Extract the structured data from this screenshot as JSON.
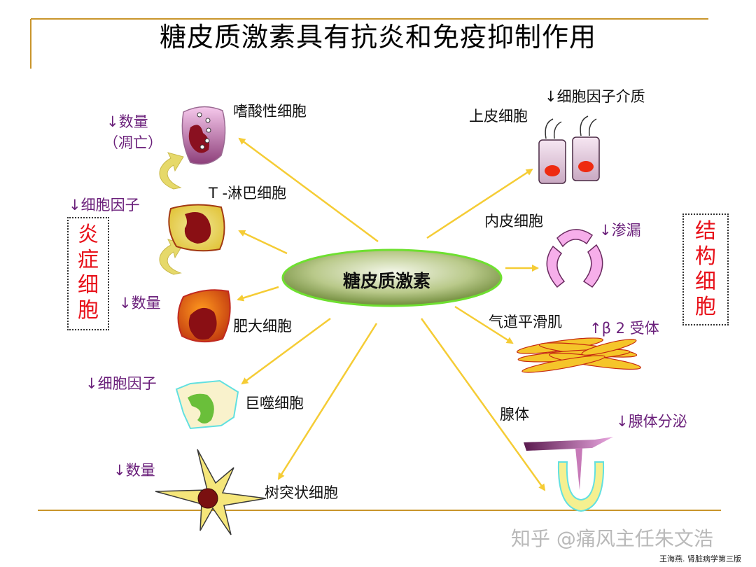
{
  "title": "糖皮质激素具有抗炎和免疫抑制作用",
  "center": "糖皮质激素",
  "left_group": "炎症细胞",
  "right_group": "结构细胞",
  "cells": {
    "eosinophil": "嗜酸性细胞",
    "eosinophil_effect_1": "↓数量",
    "eosinophil_effect_2": "（凋亡）",
    "tcell": "T -淋巴细胞",
    "tcell_effect": "↓细胞因子",
    "mast": "肥大细胞",
    "mast_effect": "↓数量",
    "macrophage": "巨噬细胞",
    "macrophage_effect": "↓细胞因子",
    "dendritic": "树突状细胞",
    "dendritic_effect": "↓数量",
    "epithelial": "上皮细胞",
    "epithelial_effect": "↓细胞因子介质",
    "endothelial": "内皮细胞",
    "endothelial_effect": "↓渗漏",
    "smooth_muscle": "气道平滑肌",
    "smooth_muscle_effect": "↑β 2 受体",
    "gland": "腺体",
    "gland_effect": "↓腺体分泌"
  },
  "watermark": "知乎 @痛风主任朱文浩",
  "source": "王海燕. 肾脏病学第三版",
  "colors": {
    "arrow": "#f5cc35",
    "accent_line": "#c9952b",
    "center_border": "#6ee030",
    "red_text": "#e8111a",
    "purple_text": "#6a1f7a"
  }
}
